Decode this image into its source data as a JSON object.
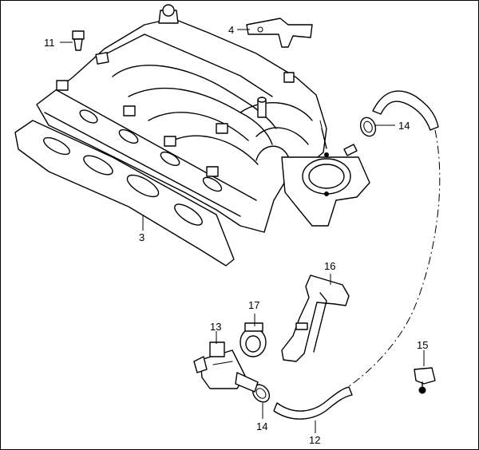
{
  "callouts": {
    "c3": "3",
    "c4": "4",
    "c11": "11",
    "c12": "12",
    "c13": "13",
    "c14a": "14",
    "c14b": "14",
    "c15": "15",
    "c16": "16",
    "c17": "17"
  },
  "colors": {
    "line": "#000000",
    "background": "#ffffff"
  }
}
